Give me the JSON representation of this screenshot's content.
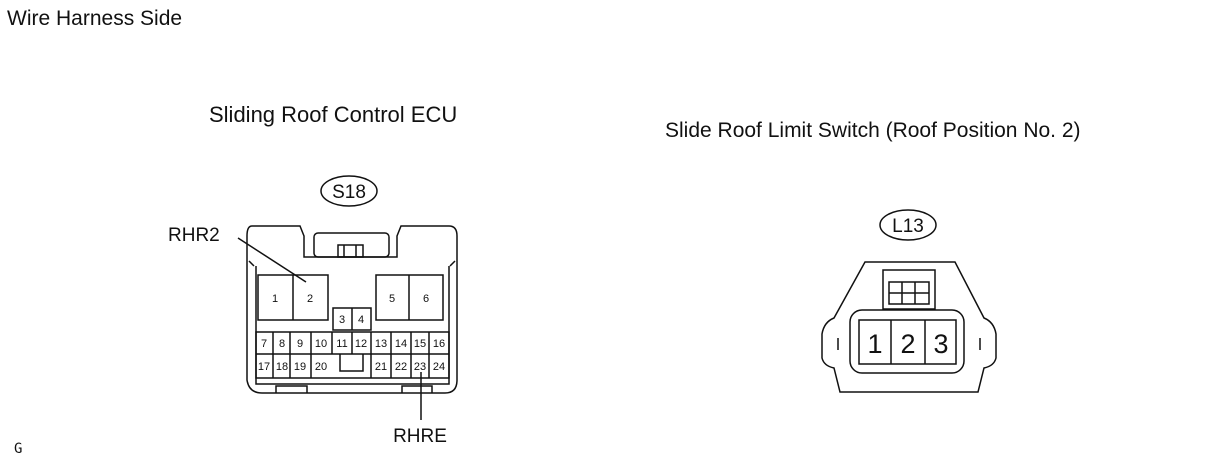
{
  "heading": "Wire Harness Side",
  "corner_mark": "G",
  "ecu": {
    "title": "Sliding Roof Control ECU",
    "connector_code": "S18",
    "wire_labels": {
      "rhr2": "RHR2",
      "rhre": "RHRE"
    },
    "pins": [
      "1",
      "2",
      "3",
      "4",
      "5",
      "6",
      "7",
      "8",
      "9",
      "10",
      "11",
      "12",
      "13",
      "14",
      "15",
      "16",
      "17",
      "18",
      "19",
      "20",
      "21",
      "22",
      "23",
      "24"
    ]
  },
  "limit_switch": {
    "title": "Slide Roof Limit Switch (Roof Position No. 2)",
    "connector_code": "L13",
    "pins": [
      "1",
      "2",
      "3"
    ]
  }
}
